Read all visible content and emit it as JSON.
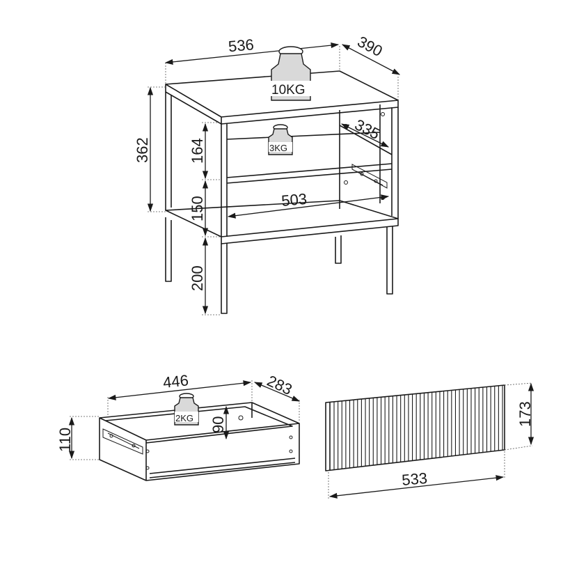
{
  "dimensions": {
    "cabinet_width": "536",
    "cabinet_depth": "390",
    "cabinet_height": "362",
    "shelf_space": "164",
    "drawer_space": "150",
    "leg_height": "200",
    "inner_depth": "335",
    "inner_width": "503",
    "drawer_width": "446",
    "drawer_depth": "283",
    "drawer_height": "110",
    "drawer_inner_height": "90",
    "front_height": "173",
    "front_width": "533"
  },
  "weights": {
    "top": "10KG",
    "shelf": "3KG",
    "drawer": "2KG"
  },
  "colors": {
    "line": "#1a1a1a",
    "weight_fill": "#d9d9d9"
  }
}
